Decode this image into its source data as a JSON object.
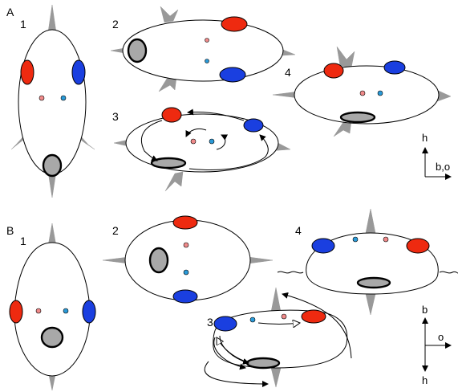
{
  "panels": {
    "A": {
      "letter": "A",
      "stages": [
        "1",
        "2",
        "3",
        "4"
      ],
      "axes": {
        "up": "h",
        "right": "b,o"
      }
    },
    "B": {
      "letter": "B",
      "stages": [
        "1",
        "2",
        "3",
        "4"
      ],
      "axes": {
        "up": "b",
        "right": "o",
        "down": "h"
      }
    }
  },
  "colors": {
    "left_eye": "#ee2a10",
    "right_eye": "#1a3fe0",
    "left_dot": "#f08a8a",
    "right_dot": "#2a9ad8",
    "mouth": "#a8a8a8",
    "spine": "#999999",
    "outline": "#000000",
    "background": "#ffffff"
  }
}
